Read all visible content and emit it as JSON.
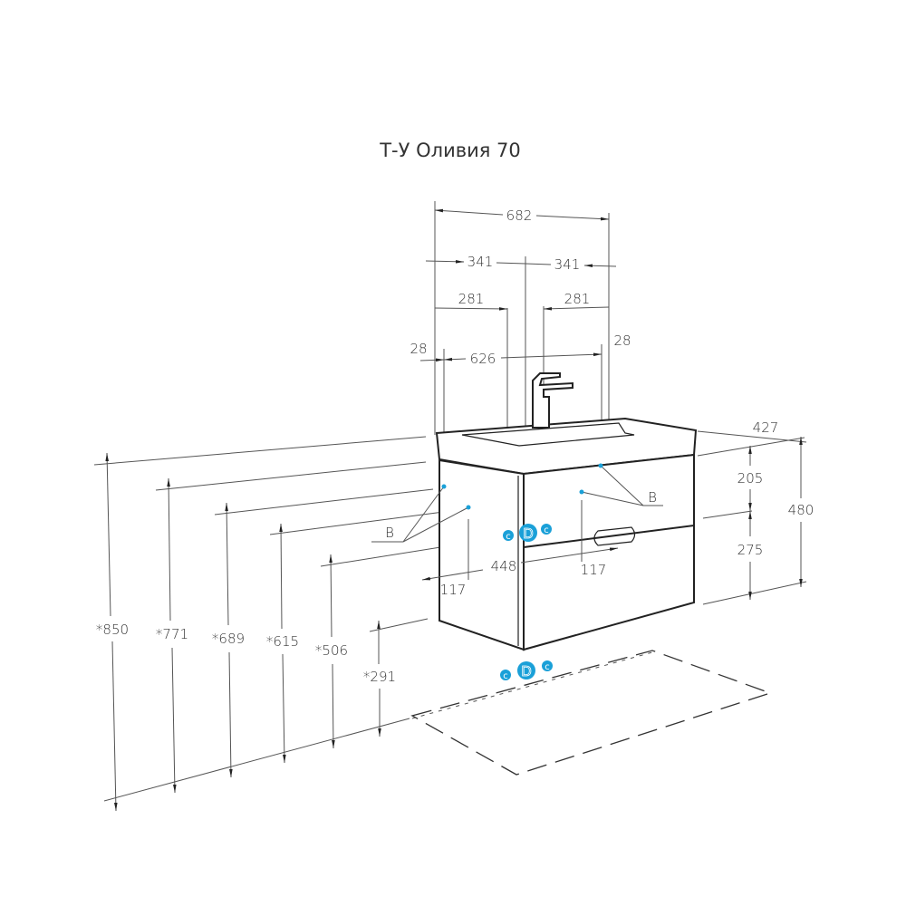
{
  "title": "Т-У Оливия 70",
  "top_dims": {
    "overall": "682",
    "half_left": "341",
    "half_right": "341",
    "offset_left": "281",
    "offset_right": "281",
    "edge_left": "28",
    "inner": "626",
    "edge_right": "28"
  },
  "right_dims": {
    "depth": "427",
    "upper": "205",
    "lower": "275",
    "height": "480"
  },
  "left_dims": [
    "*850",
    "*771",
    "*689",
    "*615",
    "*506",
    "*291"
  ],
  "inner_dims": {
    "width": "448",
    "left_offset": "117",
    "right_offset": "117"
  },
  "labels": {
    "b_left": "B",
    "b_right": "B",
    "c": "c",
    "d": "D"
  },
  "colors": {
    "connection": "#1aa0d8"
  }
}
